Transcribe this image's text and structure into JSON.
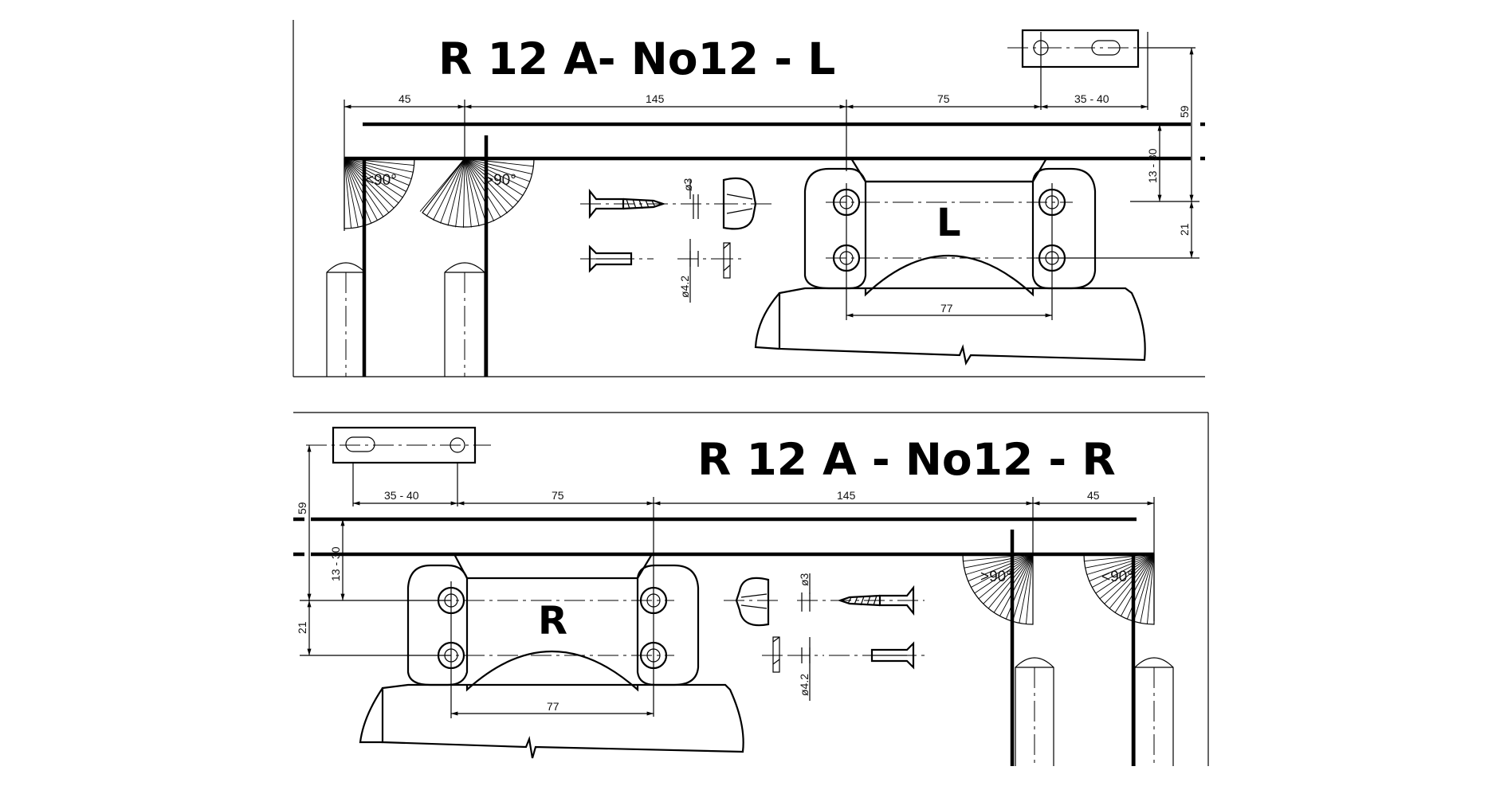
{
  "left_panel": {
    "title": "R 12 A- No12 - L",
    "hand_letter": "L",
    "angle_label_1": "<90°",
    "angle_label_2": ">90°",
    "dims": {
      "d45": "45",
      "d145": "145",
      "d75": "75",
      "d35_40": "35 - 40",
      "d59": "59",
      "d13_30": "13 - 30",
      "d21": "21",
      "d77": "77",
      "phi3": "ø3",
      "phi42": "ø4.2"
    }
  },
  "right_panel": {
    "title": "R 12 A - No12 - R",
    "hand_letter": "R",
    "angle_label_1": ">90°",
    "angle_label_2": "<90°",
    "dims": {
      "d35_40": "35 - 40",
      "d75": "75",
      "d145": "145",
      "d45": "45",
      "d59": "59",
      "d13_30": "13 - 30",
      "d21": "21",
      "d77": "77",
      "phi3": "ø3",
      "phi42": "ø4.2"
    }
  }
}
